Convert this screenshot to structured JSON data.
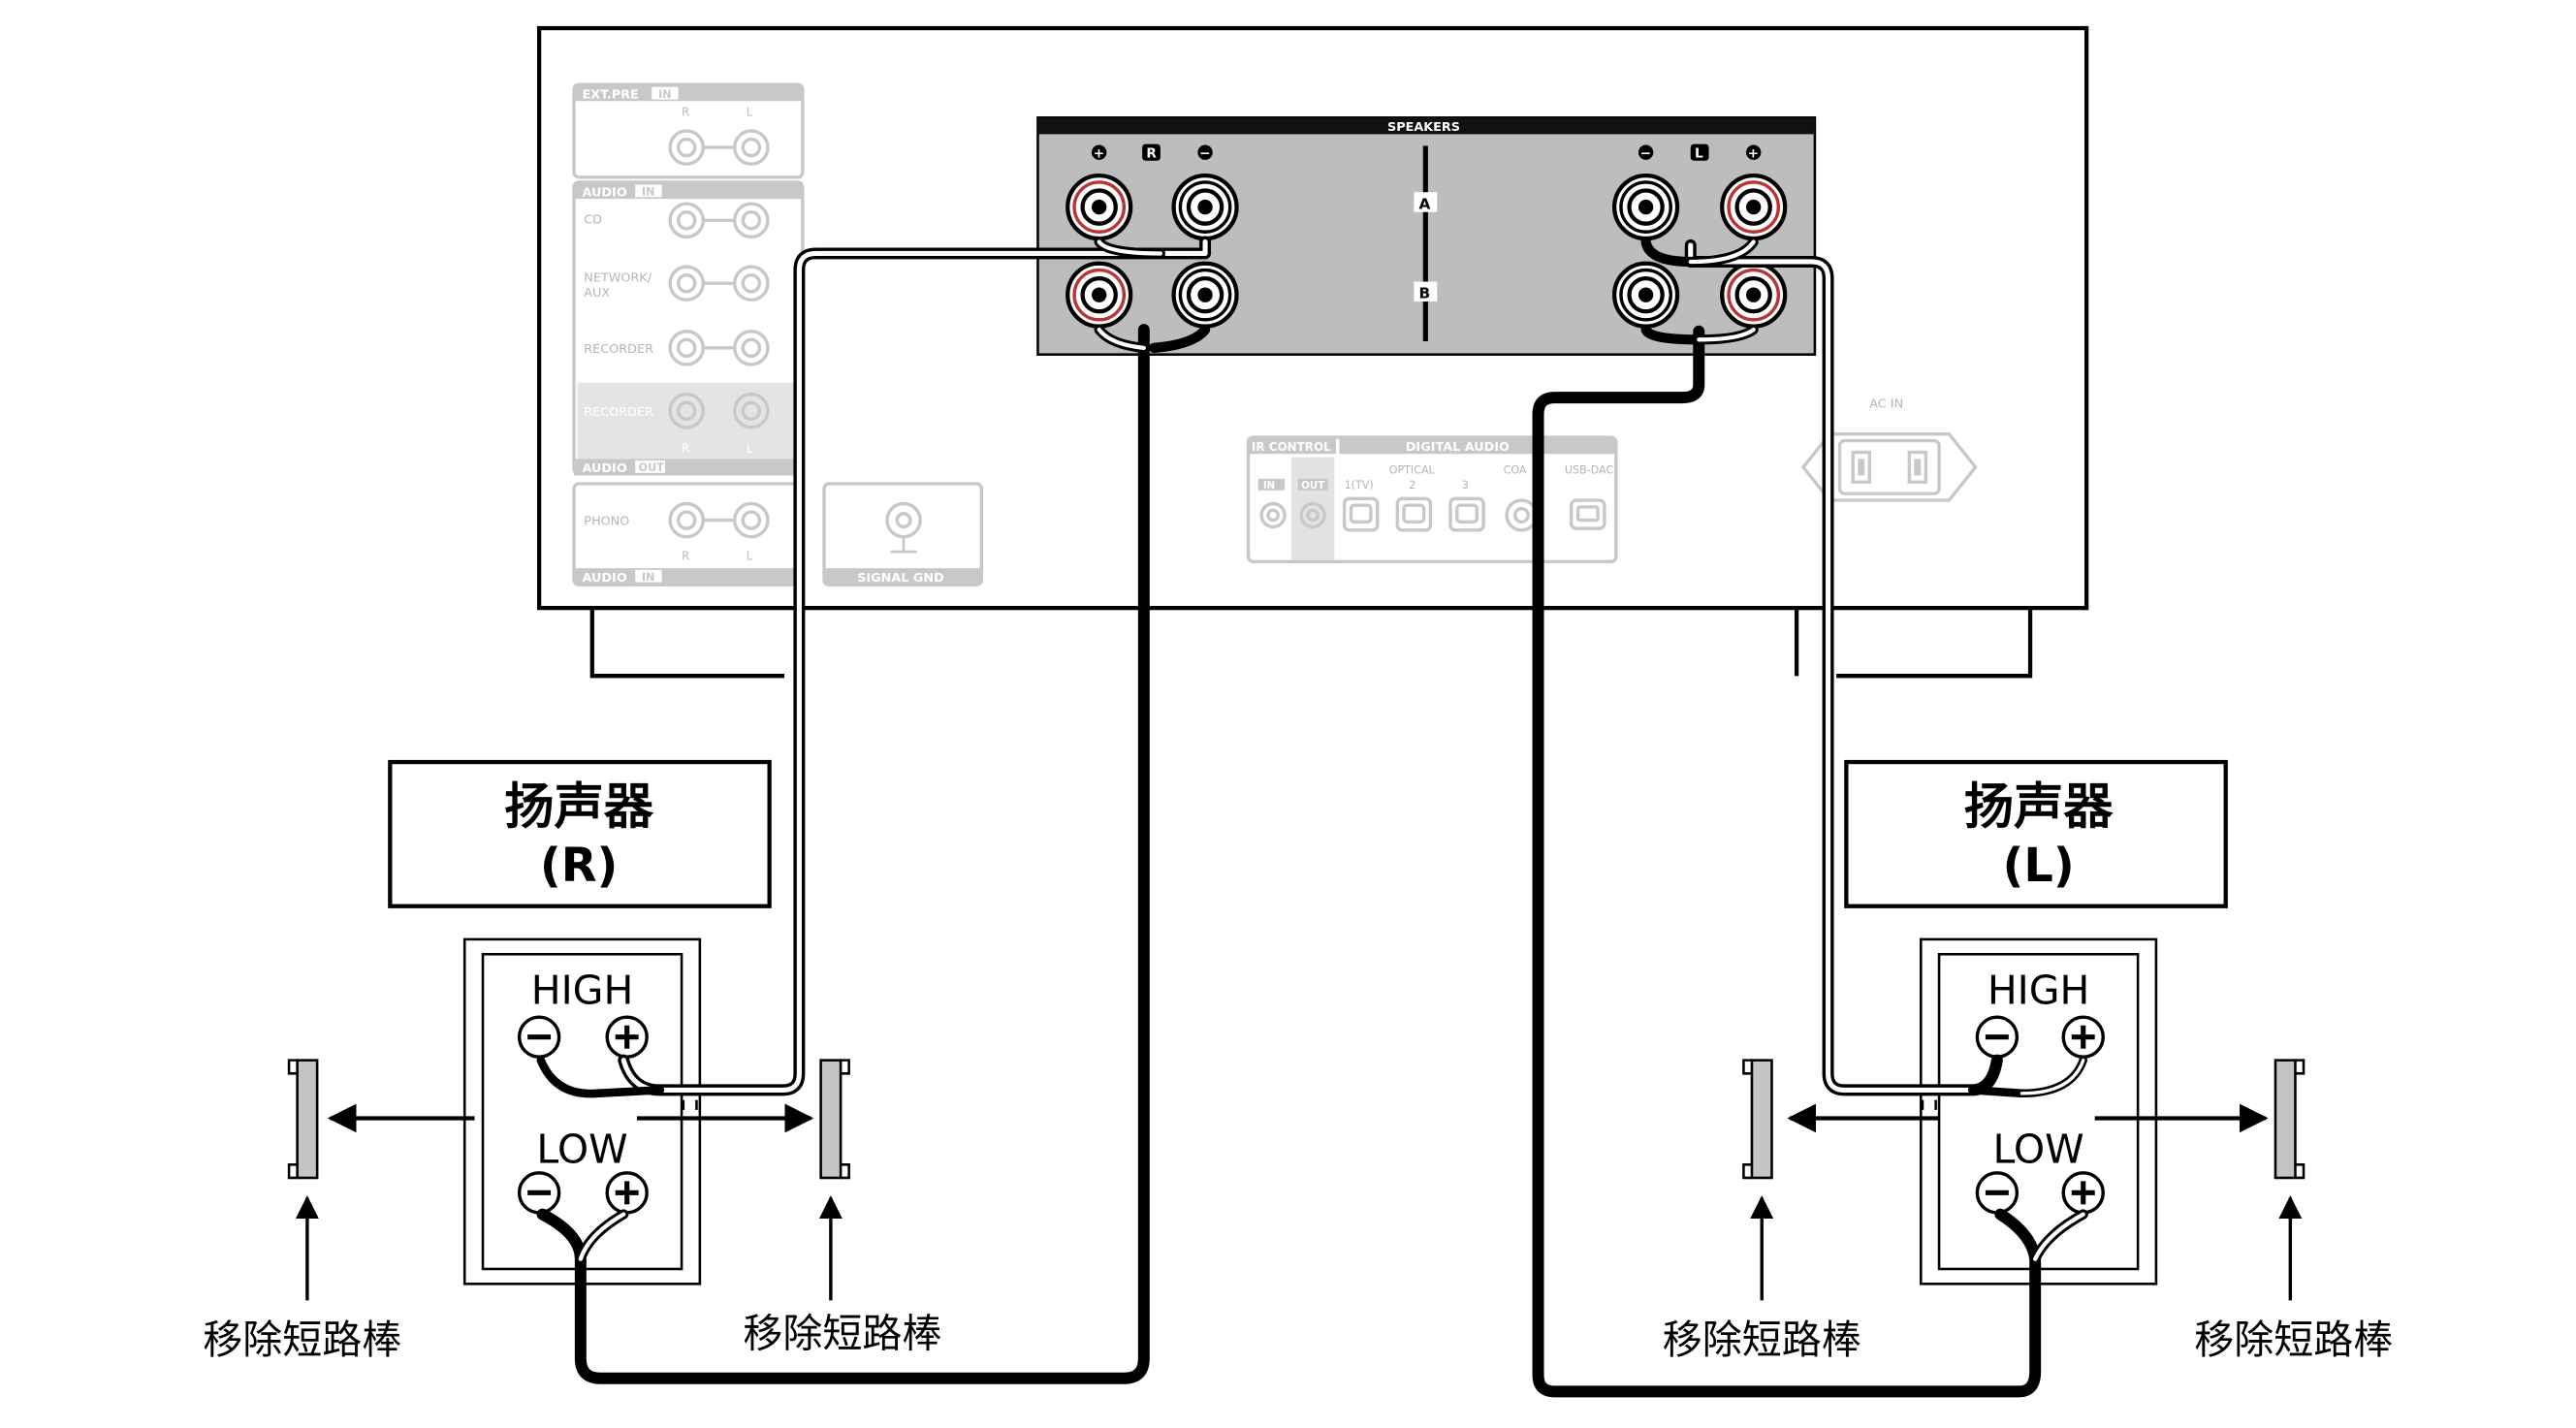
{
  "panel": {
    "ext_pre": "EXT.PRE",
    "in_tag": "IN",
    "out_tag": "OUT",
    "ch_r": "R",
    "ch_l": "L",
    "audio": "AUDIO",
    "cd": "CD",
    "network_1": "NETWORK/",
    "network_2": "AUX",
    "recorder": "RECORDER",
    "phono": "PHONO",
    "signal_gnd": "SIGNAL GND",
    "speakers": "SPEAKERS",
    "plus": "+",
    "minus": "−",
    "term_a": "A",
    "term_b": "B",
    "ir_control": "IR CONTROL",
    "digital_audio": "DIGITAL AUDIO",
    "optical": "OPTICAL",
    "tv": "1(TV)",
    "two": "2",
    "three": "3",
    "coax": "COA",
    "usb_dac": "USB-DAC",
    "ac_in": "AC IN"
  },
  "speaker_r": {
    "title": "扬声器",
    "sub": "(R)"
  },
  "speaker_l": {
    "title": "扬声器",
    "sub": "(L)"
  },
  "terminals": {
    "high": "HIGH",
    "low": "LOW"
  },
  "callouts": {
    "r_left": "移除短路棒",
    "r_right": "移除短路棒",
    "l_left": "移除短路棒",
    "l_right": "移除短路棒"
  }
}
